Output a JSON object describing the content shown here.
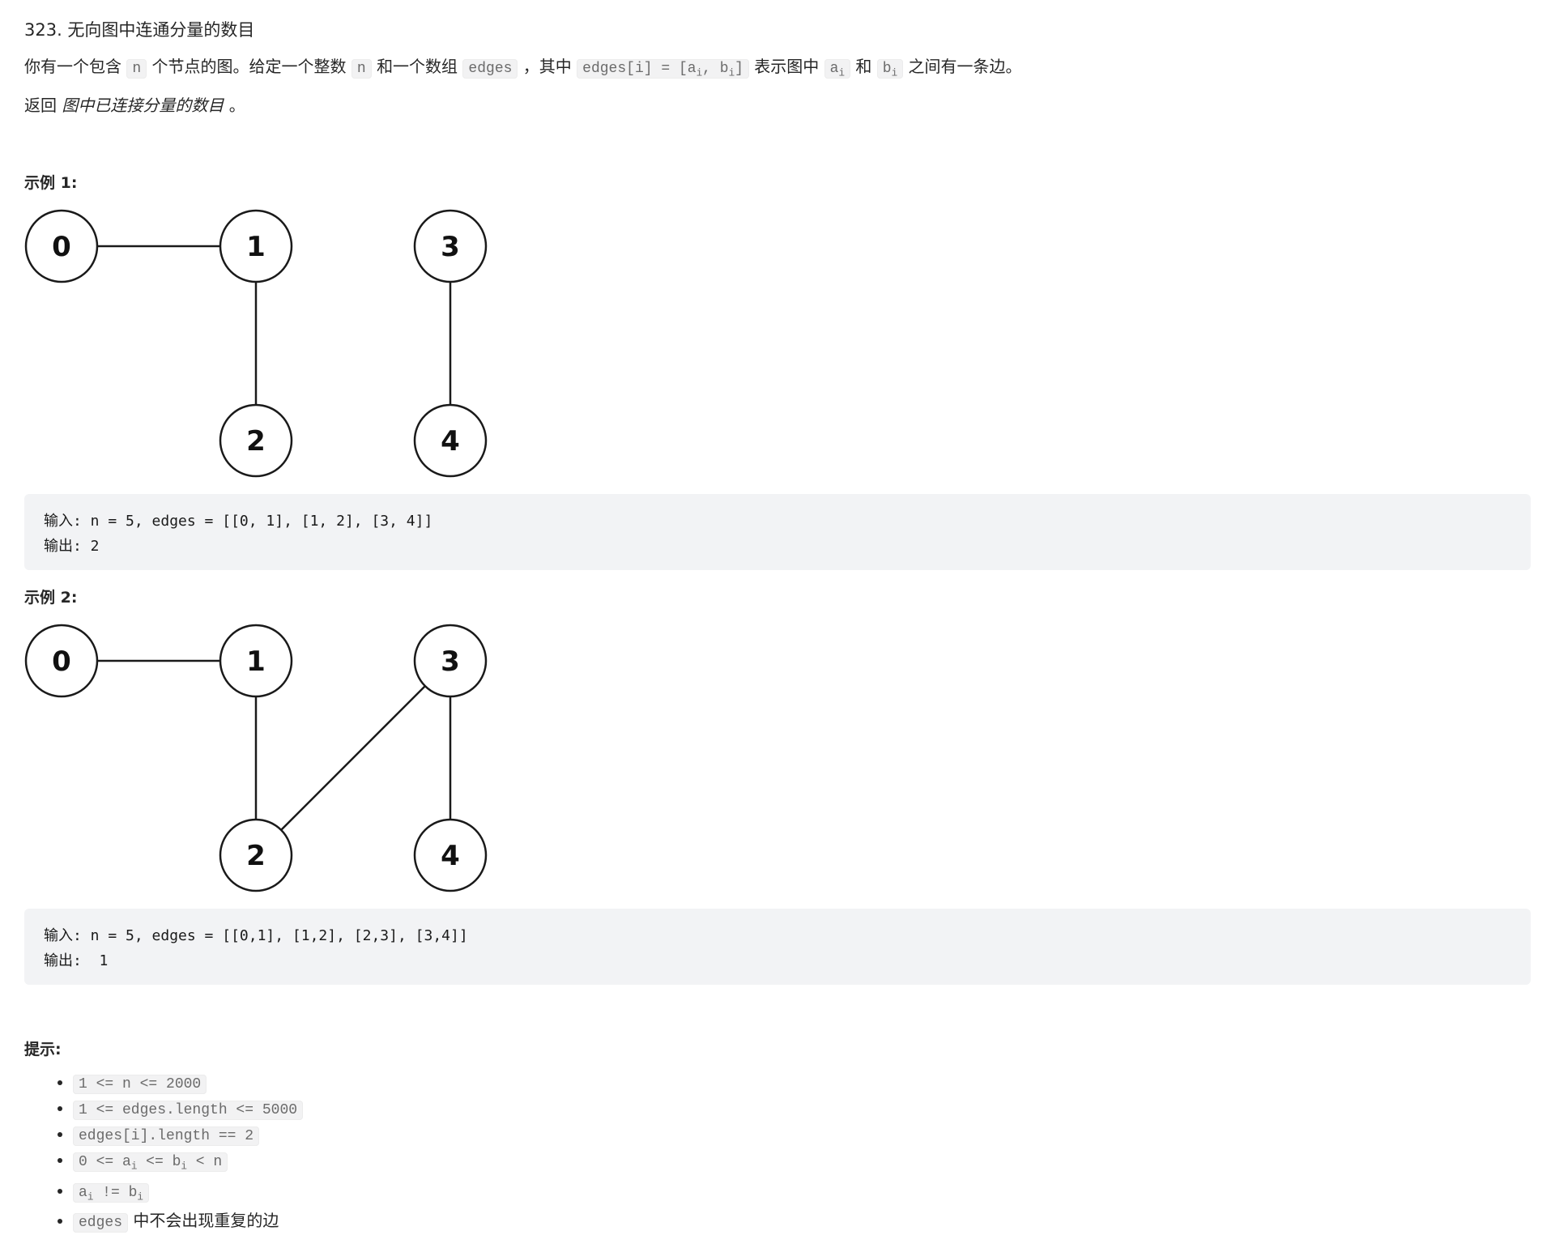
{
  "problem": {
    "title": "323. 无向图中连通分量的数目",
    "desc": {
      "t1": "你有一个包含",
      "c_n": "n",
      "t2": "个节点的图。给定一个整数",
      "c_n2": "n",
      "t3": "和一个数组",
      "c_edges": "edges",
      "t4": "，其中",
      "c_edges_i": "edges[i] = [a",
      "sub_i1": "i",
      "c_comma": ", b",
      "sub_i2": "i",
      "c_close": "]",
      "t5": "表示图中",
      "c_a": "a",
      "sub_a": "i",
      "t6": "和",
      "c_b": "b",
      "sub_b": "i",
      "t7": "之间有一条边。"
    },
    "return": {
      "prefix": "返回",
      "emph": "图中已连接分量的数目",
      "suffix": "。"
    }
  },
  "example1": {
    "heading": "示例 1:",
    "nodes": [
      "0",
      "1",
      "2",
      "3",
      "4"
    ],
    "edges": [
      [
        0,
        1
      ],
      [
        1,
        2
      ],
      [
        3,
        4
      ]
    ],
    "input": "输入: n = 5, edges = [[0, 1], [1, 2], [3, 4]]",
    "output": "输出: 2"
  },
  "example2": {
    "heading": "示例 2:",
    "nodes": [
      "0",
      "1",
      "2",
      "3",
      "4"
    ],
    "edges": [
      [
        0,
        1
      ],
      [
        1,
        2
      ],
      [
        2,
        3
      ],
      [
        3,
        4
      ]
    ],
    "input": "输入: n = 5, edges = [[0,1], [1,2], [2,3], [3,4]]",
    "output": "输出:  1"
  },
  "hints": {
    "heading": "提示:",
    "items": {
      "h1": "1 <= n <= 2000",
      "h2": "1 <= edges.length <= 5000",
      "h3": "edges[i].length == 2",
      "h4a": "0 <= a",
      "h4sub1": "i",
      "h4b": " <= b",
      "h4sub2": "i",
      "h4c": " < n",
      "h5a": "a",
      "h5sub1": "i",
      "h5b": " != b",
      "h5sub2": "i",
      "h6code": "edges",
      "h6text": "中不会出现重复的边"
    }
  },
  "colors": {
    "code_bg": "#f2f2f3",
    "pre_bg": "#f2f3f5",
    "stroke": "#1a1a1a"
  }
}
